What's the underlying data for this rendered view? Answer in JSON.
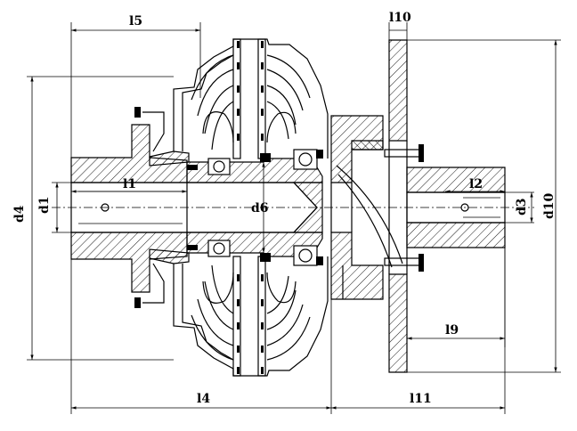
{
  "labels": {
    "l5": "l5",
    "l10": "l10",
    "l1": "l1",
    "l2": "l2",
    "d1": "d1",
    "d3": "d3",
    "d4": "d4",
    "d6": "d6",
    "d10": "d10",
    "l9": "l9",
    "l4": "l4",
    "l11": "l11"
  }
}
